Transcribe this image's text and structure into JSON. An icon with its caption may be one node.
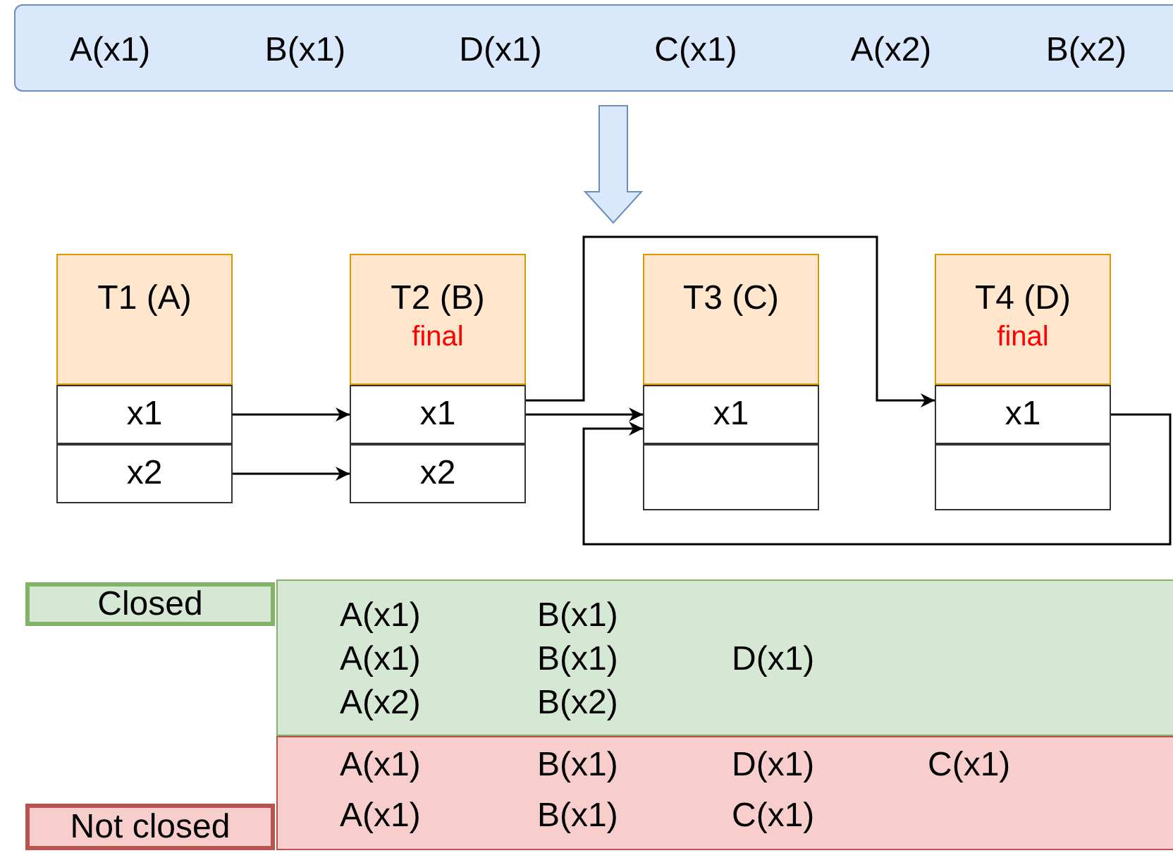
{
  "diagram": {
    "nodes": [
      {
        "text": [
          "A(x1)",
          "B(x1)",
          "D(x1)",
          "C(x1)",
          "A(x2)",
          "B(x2)"
        ]
      },
      {
        "text": [
          "T1 (A)"
        ]
      },
      {
        "text": [
          "T2 (B)",
          "final"
        ]
      },
      {
        "text": [
          "T3 (C)"
        ]
      },
      {
        "text": [
          "T4 (D)",
          "final"
        ]
      },
      {
        "text": [
          "x1"
        ]
      },
      {
        "text": [
          "x1"
        ]
      },
      {
        "text": [
          "x1"
        ]
      },
      {
        "text": [
          "x1"
        ]
      },
      {
        "text": [
          "x2"
        ]
      },
      {
        "text": [
          "x2"
        ]
      },
      {
        "text": [],
        "shape": "box"
      },
      {
        "text": [],
        "shape": "box"
      },
      {
        "text": [
          "Closed"
        ]
      },
      {
        "text": [
          "A(x1)",
          "B(x1)",
          "A(x1)",
          "B(x1)",
          "D(x1)",
          "A(x2)",
          "B(x2)"
        ]
      },
      {
        "text": [
          "A(x1)",
          "B(x1)",
          "D(x1)",
          "C(x1)",
          "A(x1)",
          "B(x1)",
          "C(x1)"
        ]
      },
      {
        "text": [
          "Not closed"
        ]
      }
    ],
    "edges": [
      {
        "from": 0,
        "to": 3,
        "arrow": "to",
        "style": "thick"
      },
      {
        "from": 5,
        "to": 6,
        "arrow": "to"
      },
      {
        "from": 9,
        "to": 10,
        "arrow": "to"
      },
      {
        "from": 6,
        "to": 8,
        "arrow": "to"
      },
      {
        "from": 6,
        "to": 7,
        "arrow": "to"
      },
      {
        "from": 8,
        "to": 7,
        "arrow": "to"
      }
    ]
  }
}
